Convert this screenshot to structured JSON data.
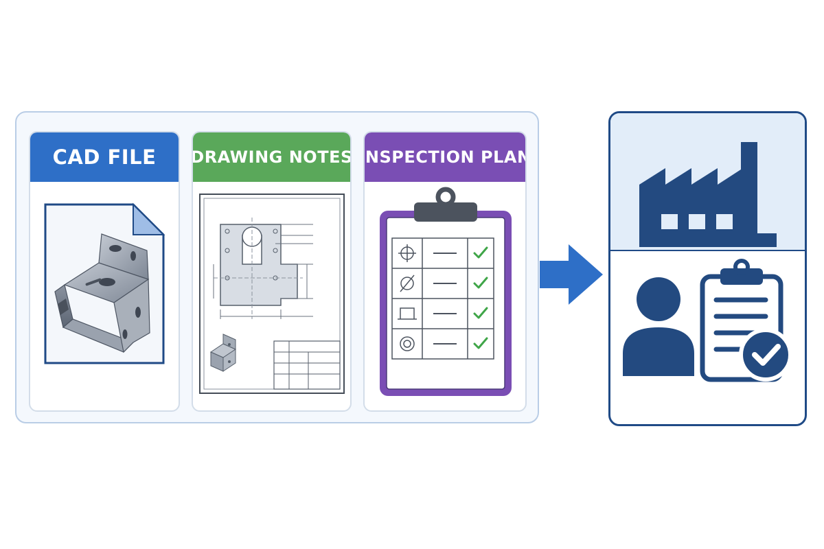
{
  "cards": [
    {
      "id": "cad",
      "title": "CAD FILE",
      "color": "#2e6fc7",
      "icon": "3d-part-file-icon"
    },
    {
      "id": "drawing",
      "title": "DRAWING NOTES",
      "color": "#5aa85a",
      "icon": "technical-drawing-icon"
    },
    {
      "id": "inspection",
      "title": "INSPECTION PLAN",
      "color": "#7a4eb4",
      "icon": "clipboard-checklist-icon"
    }
  ],
  "arrow": {
    "color": "#2e6fc7",
    "icon": "right-arrow-icon"
  },
  "manufacturer": {
    "icons": [
      "factory-icon",
      "person-icon",
      "approved-document-icon"
    ],
    "accent": "#234a80",
    "top_background": "#e2edf9"
  },
  "checklist": {
    "rows": [
      "position-symbol-icon",
      "diameter-symbol-icon",
      "flatness-symbol-icon",
      "concentricity-symbol-icon"
    ],
    "check_color": "#3fa548"
  }
}
